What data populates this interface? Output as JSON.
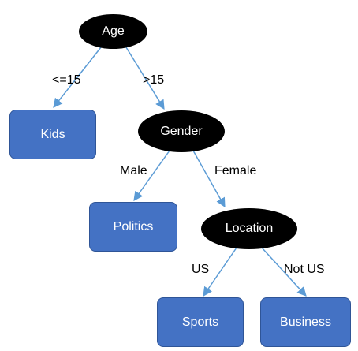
{
  "diagram": {
    "nodes": {
      "age": "Age",
      "gender": "Gender",
      "location": "Location"
    },
    "leaves": {
      "kids": "Kids",
      "politics": "Politics",
      "sports": "Sports",
      "business": "Business"
    },
    "edges": {
      "age_le15": "<=15",
      "age_gt15": ">15",
      "gender_male": "Male",
      "gender_female": "Female",
      "location_us": "US",
      "location_not_us": "Not US"
    },
    "colors": {
      "decision_node": "#000000",
      "leaf_node": "#4472c4",
      "edge_line": "#5b9bd5"
    }
  }
}
